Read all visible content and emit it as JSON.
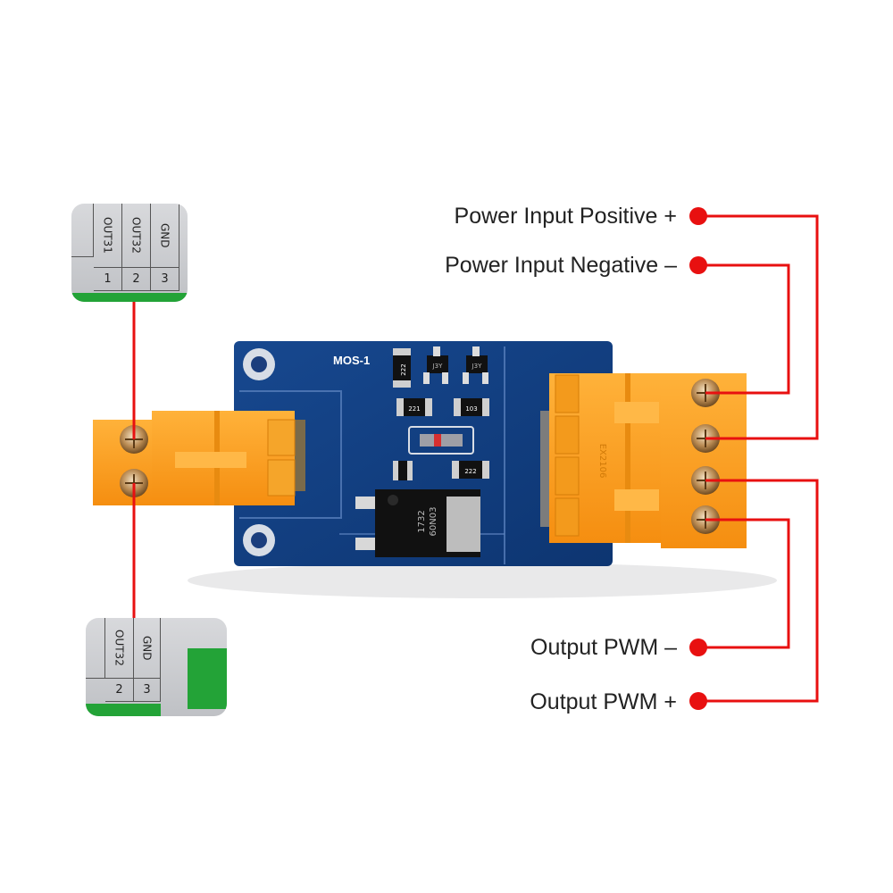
{
  "callouts": {
    "power_input_positive": "Power Input Positive +",
    "power_input_negative": "Power Input Negative –",
    "output_pwm_negative": "Output PWM –",
    "output_pwm_positive": "Output PWM +"
  },
  "board": {
    "silkscreen_label": "MOS-1",
    "mosfet_marking_line1": "1732",
    "mosfet_marking_line2": "60N03",
    "resistor_marking_1": "222",
    "resistor_marking_2": "221",
    "resistor_marking_3": "103",
    "resistor_marking_4": "222",
    "transistor_marking_1": "J3Y",
    "transistor_marking_2": "J3Y",
    "terminal_side_marking": "EX2106"
  },
  "controller_inset_top": {
    "headers": [
      "OUT31",
      "OUT32",
      "GND"
    ],
    "pins": [
      "1",
      "2",
      "3"
    ]
  },
  "controller_inset_bottom": {
    "headers": [
      "OUT32",
      "GND"
    ],
    "pins": [
      "2",
      "3"
    ]
  },
  "colors": {
    "callout_line": "#e81010",
    "pcb_blue": "#0f3a78",
    "terminal_orange": "#ffa01e",
    "controller_header_green": "#23a337"
  },
  "icons": [
    "screw-terminal-screw-icon",
    "callout-dot-icon"
  ]
}
